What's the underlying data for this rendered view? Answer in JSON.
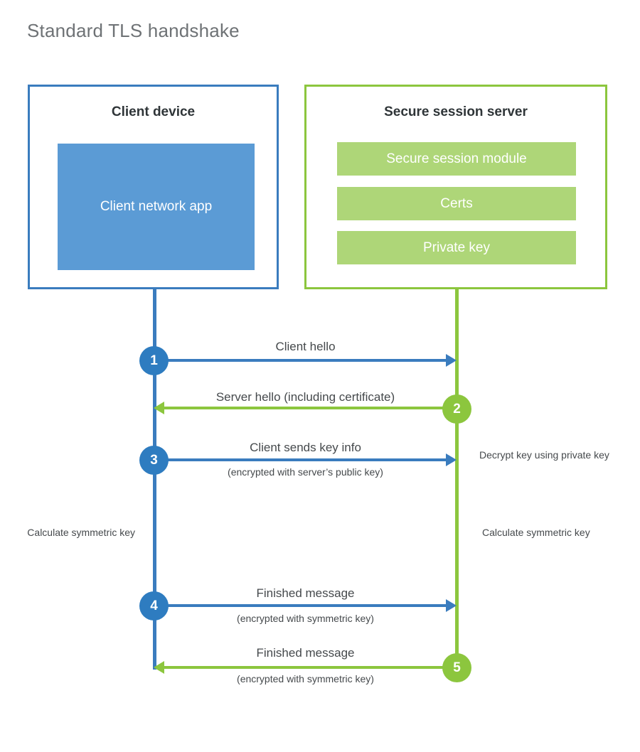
{
  "title": "Standard TLS handshake",
  "entities": {
    "client": {
      "title": "Client device",
      "blocks": [
        {
          "label": "Client network app"
        }
      ]
    },
    "server": {
      "title": "Secure session server",
      "blocks": [
        {
          "label": "Secure session module"
        },
        {
          "label": "Certs"
        },
        {
          "label": "Private key"
        }
      ]
    }
  },
  "steps": [
    {
      "number": "1",
      "label": "Client hello",
      "sublabel": "",
      "direction": "client-to-server"
    },
    {
      "number": "2",
      "label": "Server hello (including certificate)",
      "sublabel": "",
      "direction": "server-to-client"
    },
    {
      "number": "3",
      "label": "Client sends key info",
      "sublabel": "(encrypted with server’s public key)",
      "direction": "client-to-server"
    },
    {
      "number": "4",
      "label": "Finished message",
      "sublabel": "(encrypted with symmetric key)",
      "direction": "client-to-server"
    },
    {
      "number": "5",
      "label": "Finished message",
      "sublabel": "(encrypted with symmetric key)",
      "direction": "server-to-client"
    }
  ],
  "annotations": {
    "server_decrypt": "Decrypt key using private key",
    "client_calculate": "Calculate symmetric key",
    "server_calculate": "Calculate symmetric key"
  },
  "colors": {
    "client_accent": "#3a7cbe",
    "client_fill": "#5b9bd5",
    "server_accent": "#8cc63e",
    "server_fill": "#aed678",
    "title_text": "#6e7275",
    "body_text": "#45494c"
  }
}
